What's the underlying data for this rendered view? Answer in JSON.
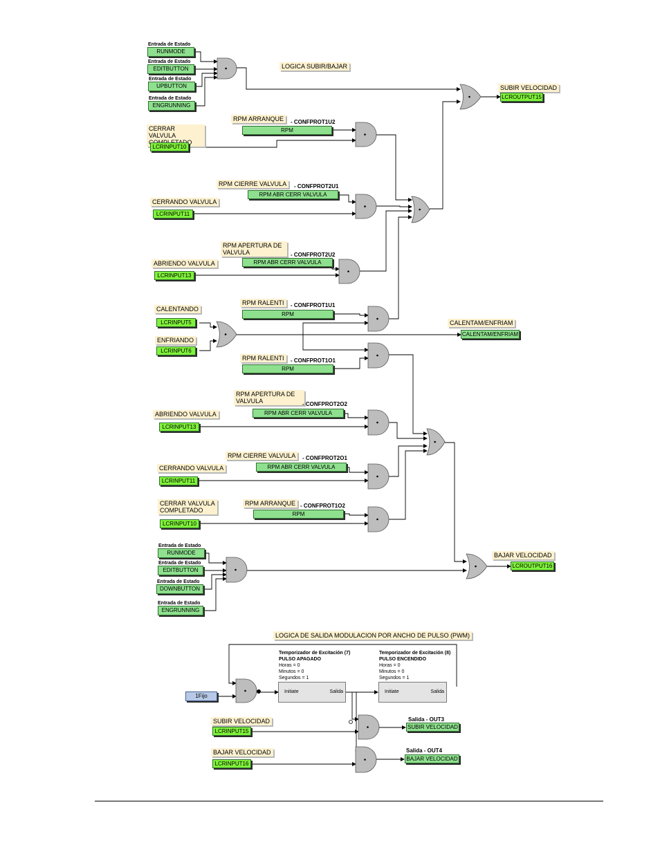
{
  "sections": {
    "up_down_title": "LOGICA SUBIR/BAJAR",
    "pwm_title": "LOGICA DE SALIDA MODULACION POR ANCHO DE PULSO (PWM)"
  },
  "tags": {
    "state_input": "Entrada de Estado",
    "confprot1u2": "- CONFPROT1U2",
    "confprot2u1": "- CONFPROT2U1",
    "confprot2u2": "- CONFPROT2U2",
    "confprot1u1": "- CONFPROT1U1",
    "confprot1o1": "- CONFPROT1O1",
    "confprot2o2": "- CONFPROT2O2",
    "confprot2o1": "- CONFPROT2O1",
    "confprot1o2": "- CONFPROT1O2",
    "output3": "Salida - OUT3",
    "output4": "Salida - OUT4"
  },
  "labels": {
    "rpm_arranque": "RPM ARRANQUE",
    "cerrar_valvula_completado": "CERRAR VALVULA COMPLETADO",
    "rpm_cierre_valvula": "RPM CIERRE VALVULA",
    "cerrando_valvula": "CERRANDO VALVULA",
    "rpm_apertura_valvula": "RPM APERTURA DE VALVULA",
    "abriendo_valvula": "ABRIENDO VALVULA",
    "calentando": "CALENTANDO",
    "enfriando": "ENFRIANDO",
    "rpm_ralenti": "RPM RALENTI",
    "calentam_enfriam": "CALENTAM/ENFRIAM",
    "subir_velocidad": "SUBIR VELOCIDAD",
    "bajar_velocidad": "BAJAR VELOCIDAD"
  },
  "blocks": {
    "runmode": "RUNMODE",
    "editbutton": "EDITBUTTON",
    "upbutton": "UPBUTTON",
    "downbutton": "DOWNBUTTON",
    "engrunning": "ENGRUNNING",
    "rpm": "RPM",
    "rpm_abr_cerr_valvula": "RPM ABR CERR VALVULA",
    "lcrinput10": "LCRINPUT10",
    "lcrinput11": "LCRINPUT11",
    "lcrinput13": "LCRINPUT13",
    "lcrinput5": "LCRINPUT5",
    "lcrinput6": "LCRINPUT6",
    "lcrinput15": "LCRINPUT15",
    "lcrinput16": "LCRINPUT16",
    "lcroutput15": "LCROUTPUT15",
    "lcroutput16": "LCROUTPUT16",
    "calentam_enfriam": "CALENTAM/ENFRIAM",
    "subir_velocidad": "SUBIR VELOCIDAD",
    "bajar_velocidad": "BAJAR VELOCIDAD",
    "fixed": "1Fijo"
  },
  "timers": {
    "off": {
      "title": "Temporizador de Excitación (7)",
      "mode": "PULSO APAGADO",
      "hours": "Horas = 0",
      "minutes": "Minutos = 0",
      "seconds": "Segundos = 1"
    },
    "on": {
      "title": "Temporizador de Excitación (8)",
      "mode": "PULSO ENCENDIDO",
      "hours": "Horas = 0",
      "minutes": "Minutos = 0",
      "seconds": "Segundos = 1"
    },
    "pin_initiate": "Initiate",
    "pin_output": "Salida"
  },
  "colors": {
    "green_block": "#8ee08e",
    "lime_block": "#7ff23a",
    "blue_block": "#b7c9e6",
    "note_bg": "#fdf1cf",
    "gate_fill": "#bdbdbd"
  }
}
